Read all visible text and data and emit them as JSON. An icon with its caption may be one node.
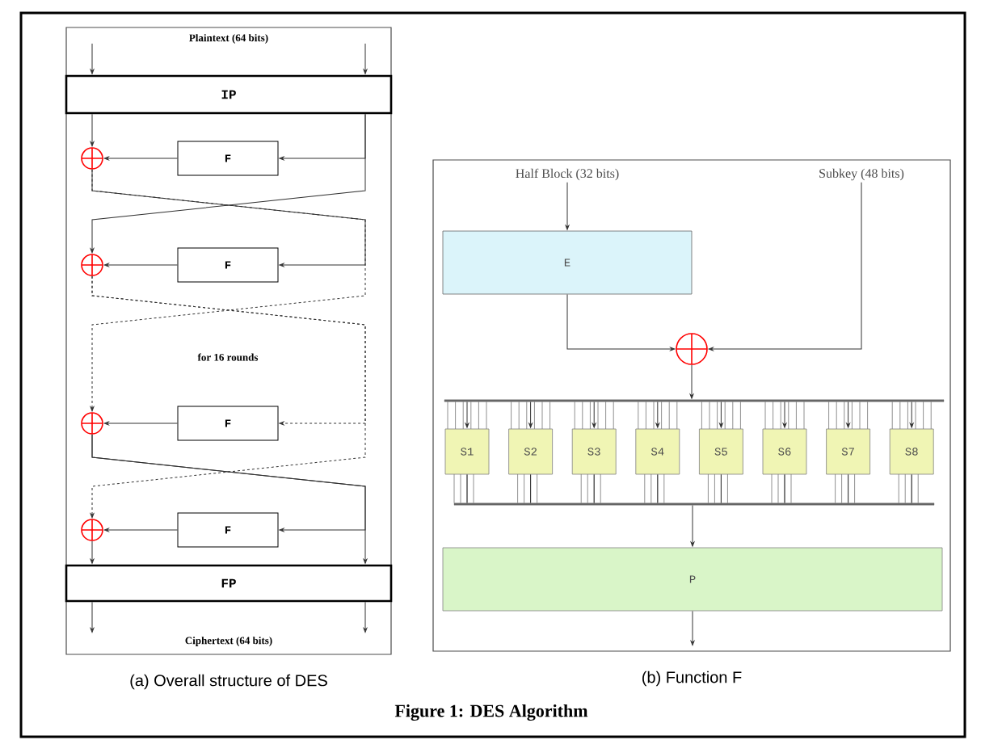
{
  "diagram": {
    "caption": "Figure 1: DES Algorithm",
    "nodes": [
      {
        "text": [],
        "shape": "box",
        "beside": [
          "(a) Overall structure of DES"
        ]
      },
      {
        "text": [
          "Plaintext (64 bits)"
        ],
        "in": 0
      },
      {
        "text": [
          "IP"
        ],
        "in": 0
      },
      {
        "text": [],
        "shape": "circle",
        "in": 0
      },
      {
        "text": [
          "F"
        ],
        "in": 0
      },
      {
        "text": [],
        "shape": "circle",
        "in": 0
      },
      {
        "text": [
          "F"
        ],
        "in": 0
      },
      {
        "text": [
          "for 16 rounds"
        ],
        "in": 0
      },
      {
        "text": [],
        "shape": "circle",
        "in": 0
      },
      {
        "text": [
          "F"
        ],
        "in": 0
      },
      {
        "text": [],
        "shape": "circle",
        "in": 0
      },
      {
        "text": [
          "F"
        ],
        "in": 0
      },
      {
        "text": [
          "FP"
        ],
        "in": 0
      },
      {
        "text": [
          "Ciphertext (64 bits)"
        ],
        "in": 0
      },
      {
        "text": [],
        "shape": "box",
        "beside": [
          "(b) Function F"
        ]
      },
      {
        "text": [
          "Half Block (32 bits)"
        ],
        "in": 14
      },
      {
        "text": [
          "Subkey (48 bits)"
        ],
        "in": 14
      },
      {
        "text": [
          "E"
        ],
        "in": 14
      },
      {
        "text": [],
        "shape": "circle",
        "in": 14
      },
      {
        "text": [],
        "shape": "bar",
        "in": 14
      },
      {
        "text": [
          "S1"
        ],
        "in": 14
      },
      {
        "text": [
          "S2"
        ],
        "in": 14
      },
      {
        "text": [
          "S3"
        ],
        "in": 14
      },
      {
        "text": [
          "S4"
        ],
        "in": 14
      },
      {
        "text": [
          "S5"
        ],
        "in": 14
      },
      {
        "text": [
          "S6"
        ],
        "in": 14
      },
      {
        "text": [
          "S7"
        ],
        "in": 14
      },
      {
        "text": [
          "S8"
        ],
        "in": 14
      },
      {
        "text": [],
        "shape": "bar",
        "in": 14
      },
      {
        "text": [
          "P"
        ],
        "in": 14
      }
    ],
    "edges": [
      {
        "from": null,
        "to": 2,
        "arrow": "to"
      },
      {
        "from": null,
        "to": 2,
        "arrow": "to"
      },
      {
        "from": 2,
        "to": 3,
        "arrow": "to"
      },
      {
        "from": 2,
        "to": 4,
        "arrow": "to"
      },
      {
        "from": 4,
        "to": 3,
        "arrow": "to"
      },
      {
        "from": 2,
        "to": 5,
        "arrow": "to"
      },
      {
        "from": 3,
        "to": 6,
        "arrow": "to"
      },
      {
        "from": 6,
        "to": 5,
        "arrow": "to"
      },
      {
        "from": 3,
        "to": 8,
        "arrow": "to",
        "style": "dashed"
      },
      {
        "from": 5,
        "to": 9,
        "arrow": "to",
        "style": "dashed"
      },
      {
        "from": 9,
        "to": 8,
        "arrow": "to"
      },
      {
        "from": 5,
        "to": 10,
        "arrow": "to",
        "style": "dashed"
      },
      {
        "from": 8,
        "to": 11,
        "arrow": "to"
      },
      {
        "from": 11,
        "to": 10,
        "arrow": "to"
      },
      {
        "from": 10,
        "to": 12,
        "arrow": "to"
      },
      {
        "from": 8,
        "to": 12,
        "arrow": "to"
      },
      {
        "from": 12,
        "to": null,
        "arrow": "to"
      },
      {
        "from": 12,
        "to": null,
        "arrow": "to"
      },
      {
        "from": 15,
        "to": 17,
        "arrow": "to"
      },
      {
        "from": 17,
        "to": 18,
        "arrow": "to"
      },
      {
        "from": 16,
        "to": 18,
        "arrow": "to"
      },
      {
        "from": 18,
        "to": 19,
        "arrow": "to"
      },
      {
        "from": 19,
        "to": 20,
        "arrow": "to"
      },
      {
        "from": 19,
        "to": 21,
        "arrow": "to"
      },
      {
        "from": 19,
        "to": 22,
        "arrow": "to"
      },
      {
        "from": 19,
        "to": 23,
        "arrow": "to"
      },
      {
        "from": 19,
        "to": 24,
        "arrow": "to"
      },
      {
        "from": 19,
        "to": 25,
        "arrow": "to"
      },
      {
        "from": 19,
        "to": 26,
        "arrow": "to"
      },
      {
        "from": 19,
        "to": 27,
        "arrow": "to"
      },
      {
        "from": 20,
        "to": 28,
        "arrow": "none"
      },
      {
        "from": 21,
        "to": 28,
        "arrow": "none"
      },
      {
        "from": 22,
        "to": 28,
        "arrow": "none"
      },
      {
        "from": 23,
        "to": 28,
        "arrow": "none"
      },
      {
        "from": 24,
        "to": 28,
        "arrow": "none"
      },
      {
        "from": 25,
        "to": 28,
        "arrow": "none"
      },
      {
        "from": 26,
        "to": 28,
        "arrow": "none"
      },
      {
        "from": 27,
        "to": 28,
        "arrow": "none"
      },
      {
        "from": 28,
        "to": 29,
        "arrow": "to"
      },
      {
        "from": 29,
        "to": null,
        "arrow": "to"
      }
    ]
  }
}
